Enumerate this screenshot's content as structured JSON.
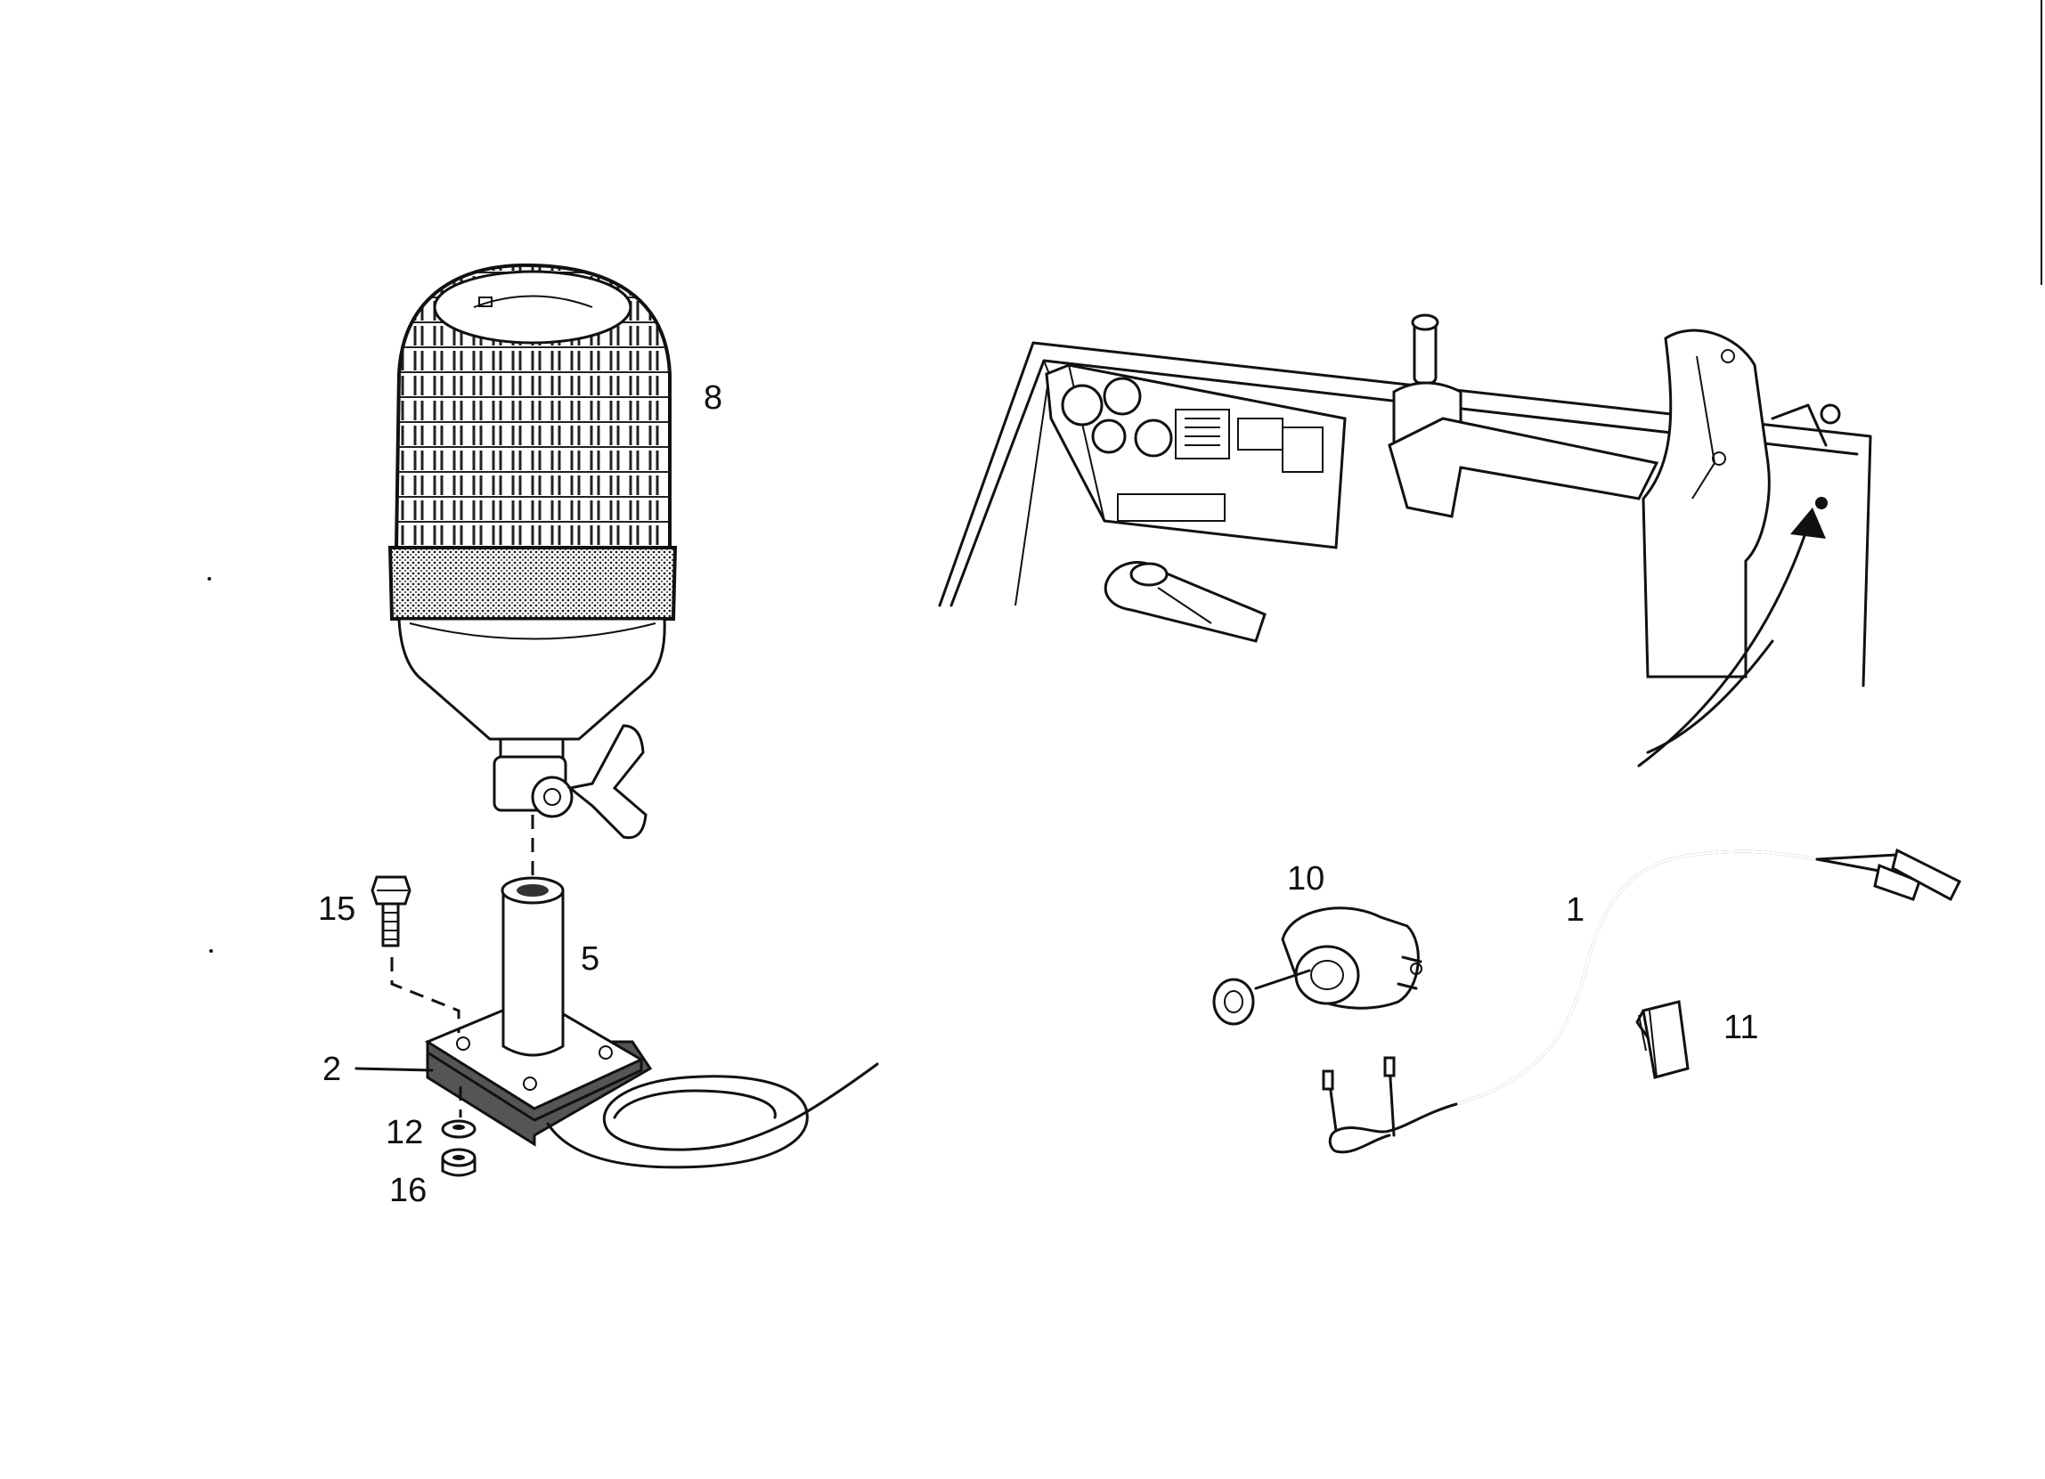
{
  "callouts": {
    "c8": "8",
    "c15": "15",
    "c5": "5",
    "c2": "2",
    "c12": "12",
    "c16": "16",
    "c10": "10",
    "c1": "1",
    "c11": "11"
  }
}
